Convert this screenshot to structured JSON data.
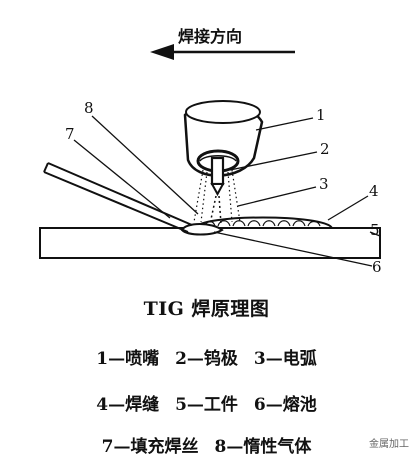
{
  "diagram": {
    "direction_label": "焊接方向",
    "part_numbers": [
      "1",
      "2",
      "3",
      "4",
      "5",
      "6",
      "7",
      "8"
    ]
  },
  "title": "TIG 焊原理图",
  "legend": [
    [
      "1—喷嘴",
      "2—钨极",
      "3—电弧"
    ],
    [
      "4—焊缝",
      "5—工件",
      "6—熔池"
    ],
    [
      "7—填充焊丝",
      "8—惰性气体"
    ]
  ],
  "watermark": "金属加工"
}
